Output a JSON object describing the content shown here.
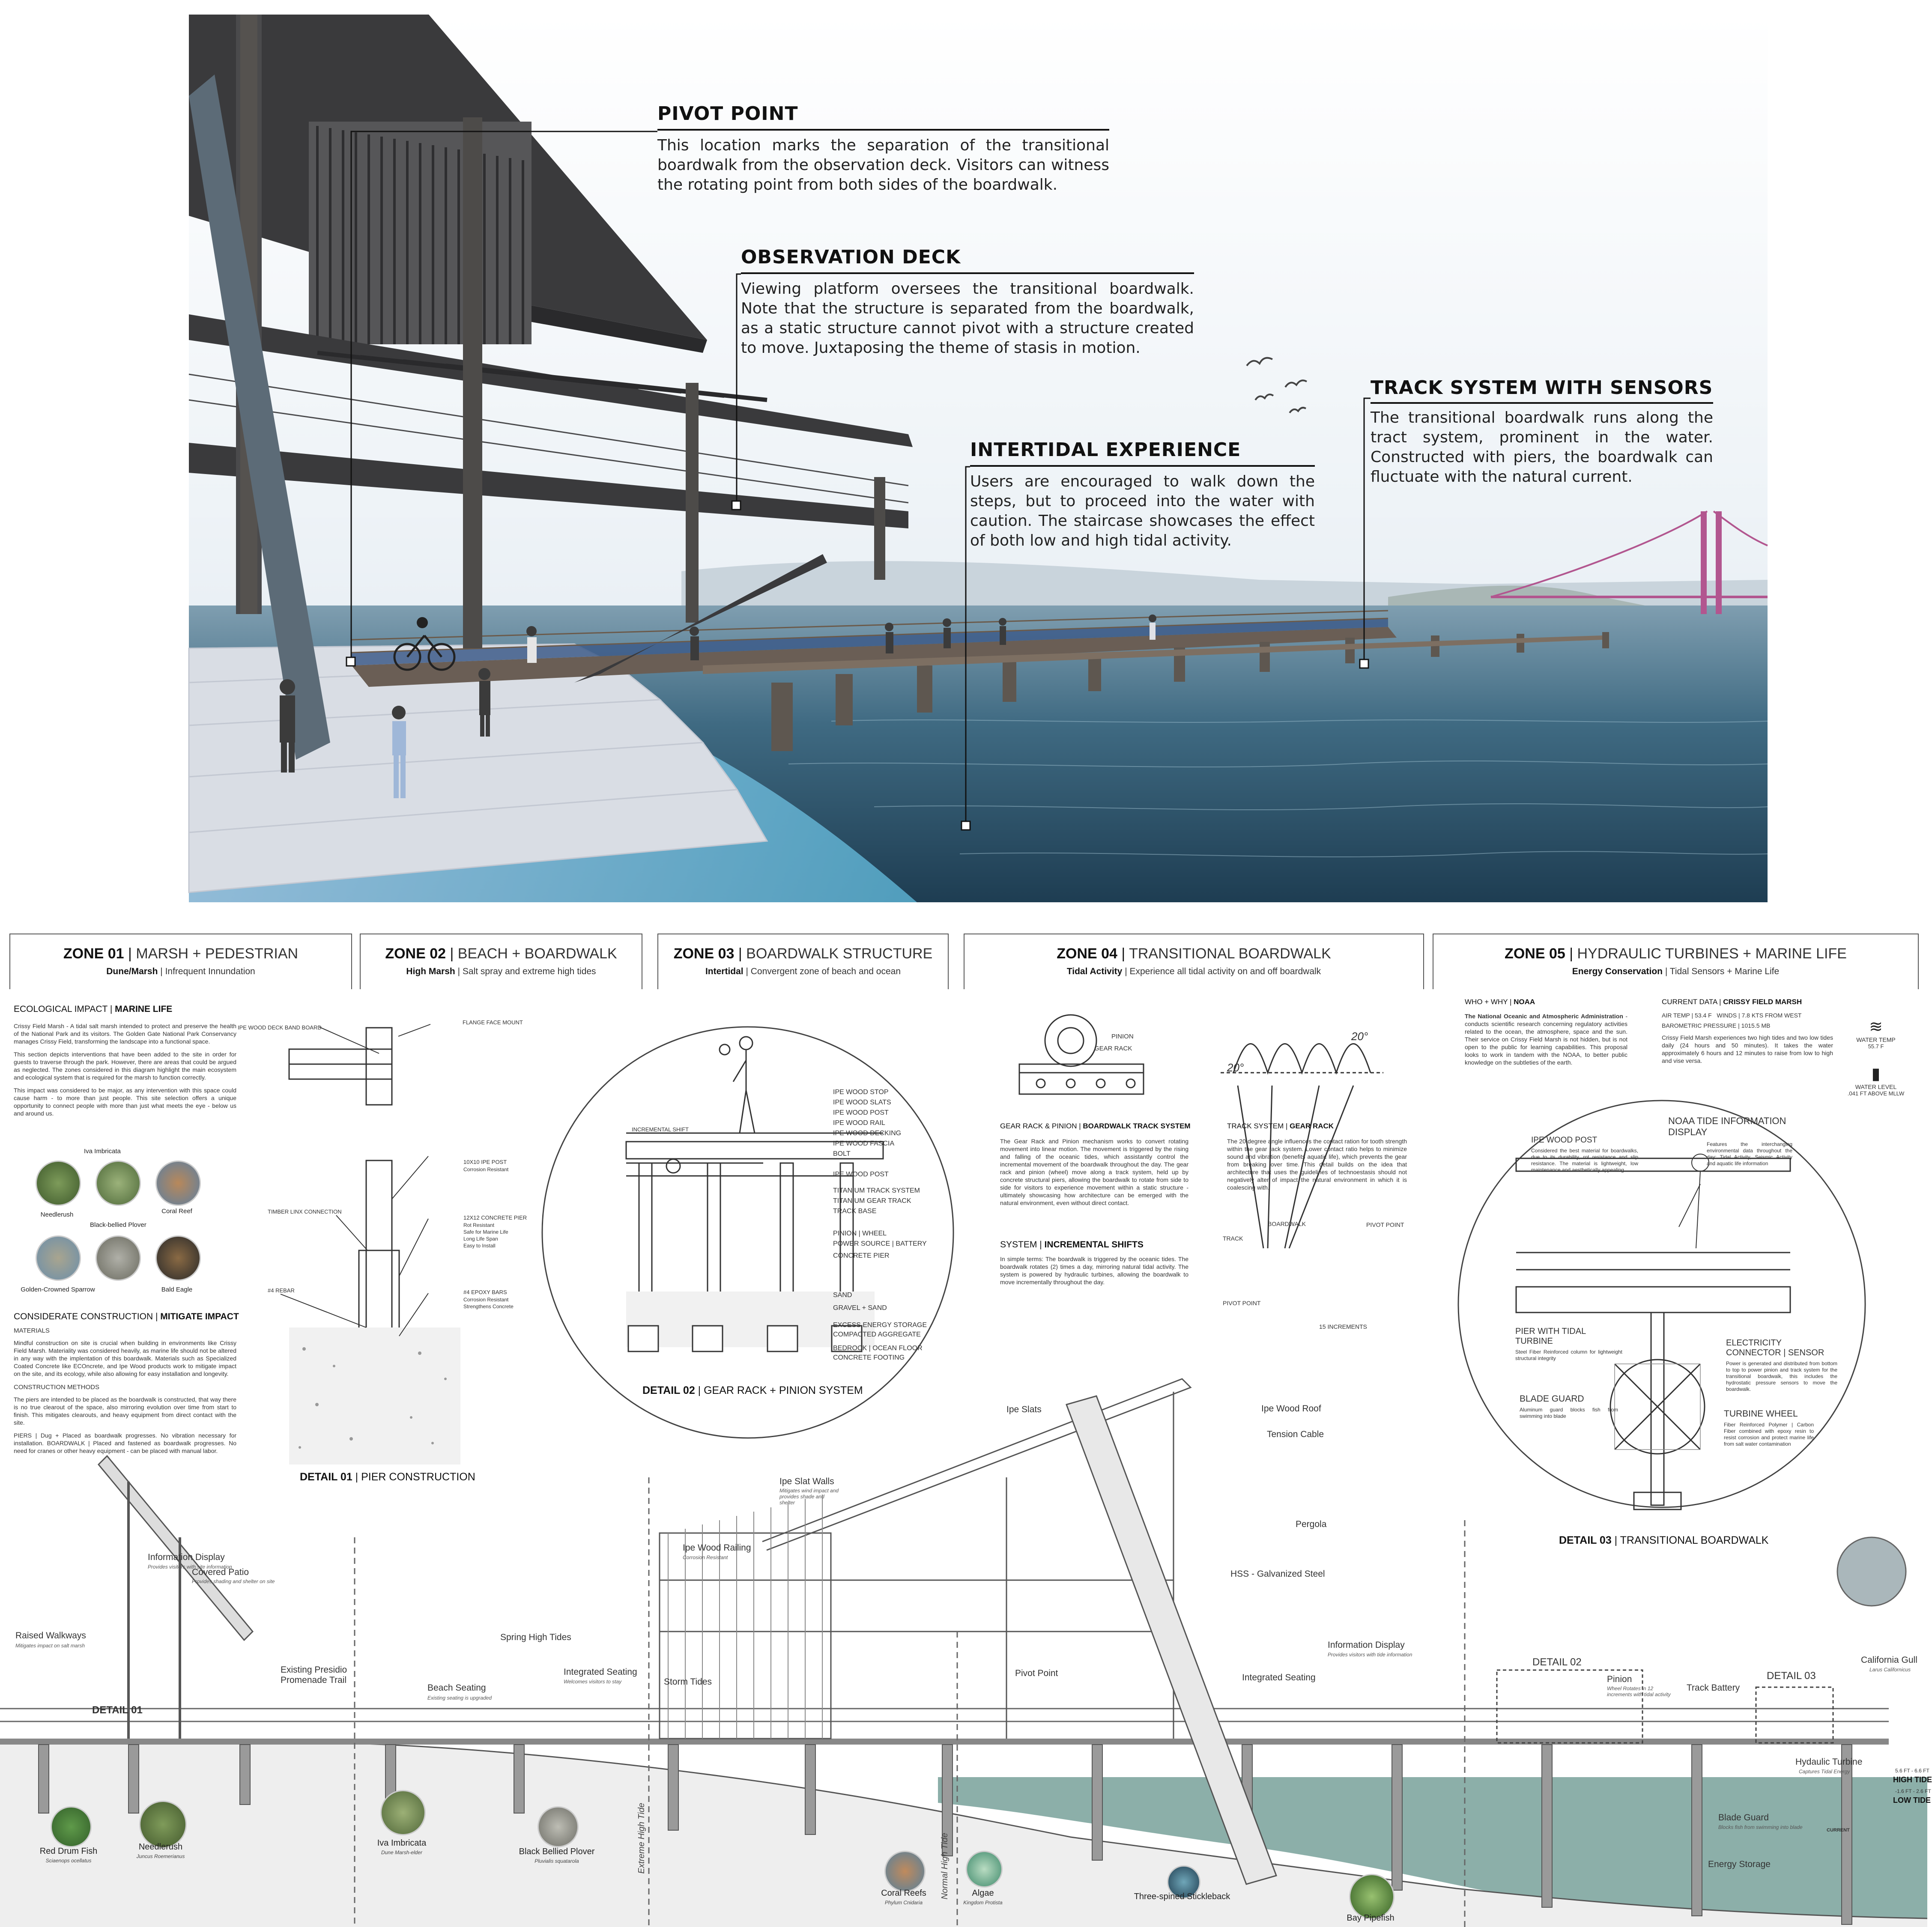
{
  "callouts": {
    "pivot_point": {
      "title": "PIVOT POINT",
      "body": "This location marks the separation of the transitional boardwalk from the observation deck. Visitors can witness the rotating point from both sides of the boardwalk."
    },
    "observation_deck": {
      "title": "OBSERVATION DECK",
      "body": "Viewing platform oversees the transitional boardwalk. Note that the structure is separated from the boardwalk, as a static structure cannot pivot with a structure created to move. Juxtaposing the theme of stasis in motion."
    },
    "intertidal": {
      "title": "INTERTIDAL EXPERIENCE",
      "body": "Users are encouraged to walk down the steps, but to proceed into the water with caution. The staircase showcases the effect of both low and high tidal activity."
    },
    "track_system": {
      "title": "TRACK SYSTEM WITH SENSORS",
      "body": "The transitional boardwalk runs along the tract system, prominent in the water. Constructed with piers, the boardwalk can fluctuate with the natural current."
    }
  },
  "zones": [
    {
      "num": "ZONE 01",
      "title": "MARSH + PEDESTRIAN",
      "sub_bold": "Dune/Marsh",
      "sub": "Infrequent Innundation"
    },
    {
      "num": "ZONE 02",
      "title": "BEACH + BOARDWALK",
      "sub_bold": "High Marsh",
      "sub": "Salt spray and extreme high tides"
    },
    {
      "num": "ZONE 03",
      "title": "BOARDWALK STRUCTURE",
      "sub_bold": "Intertidal",
      "sub": "Convergent zone of beach and ocean"
    },
    {
      "num": "ZONE 04",
      "title": "TRANSITIONAL BOARDWALK",
      "sub_bold": "Tidal Activity",
      "sub": "Experience all tidal activity on and off boardwalk"
    },
    {
      "num": "ZONE 05",
      "title": "HYDRAULIC TURBINES + MARINE LIFE",
      "sub_bold": "Energy Conservation",
      "sub": "Tidal Sensors + Marine Life"
    }
  ],
  "zone01": {
    "eco_head": "ECOLOGICAL IMPACT",
    "eco_head_b": "MARINE LIFE",
    "eco_p1": "Crissy Field Marsh - A tidal salt marsh intended to protect and preserve the health of the National Park and its visitors. The Golden Gate National Park Conservancy manages Crissy Field, transforming the landscape into a functional space.",
    "eco_p2": "This section depicts interventions that have been added to the site in order for guests to traverse through the park. However, there are areas that could be argued as neglected. The zones considered in this diagram highlight the main ecosystem and ecological system that is required for the marsh to function correctly.",
    "eco_p3": "This impact was considered to be major, as any intervention with this space could cause harm - to more than just people. This site selection offers a unique opportunity to connect people with more than just what meets the eye - below us and around us.",
    "species": [
      "Iva Imbricata",
      "Needlerush",
      "Coral Reef",
      "Black-bellied Plover",
      "Golden-Crowned Sparrow",
      "Bald Eagle"
    ],
    "cons_head": "CONSIDERATE CONSTRUCTION",
    "cons_head_b": "MITIGATE IMPACT",
    "materials_head": "MATERIALS",
    "materials_p": "Mindful construction on site is crucial when building in environments like Crissy Field Marsh. Materiality was considered heavily, as marine life should not be altered in any way with the implentation of this boardwalk. Materials such as Specialized Coated Concrete like ECOncrete, and Ipe Wood products work to mitigate impact on the site, and its ecology, while also allowing for easy installation and longevity.",
    "methods_head": "CONSTRUCTION METHODS",
    "methods_p": "The piers are intended to be placed as the boardwalk is constructed, that way there is no true clearout of the space, also mirroring evolution over time from start to finish. This mitigates clearouts, and heavy equipment from direct contact with the site.",
    "piers_p": "PIERS | Dug + Placed as boardwalk progresses. No vibration necessary for installation. BOARDWALK | Placed and fastened as boardwalk progresses. No need for cranes or other heavy equipment - can be placed with manual labor."
  },
  "detail01": {
    "labels": [
      "IPE WOOD DECK BAND BOARD",
      "FLANGE FACE MOUNT",
      "10X10 IPE POST",
      "Corrosion Resistant",
      "TIMBER LINX CONNECTION",
      "12X12 CONCRETE PIER",
      "Rot Resistant",
      "Safe for Marine Life",
      "Long Life Span",
      "Easy to Install",
      "#4 REBAR",
      "#4 EPOXY BARS",
      "Corrosion Resistant",
      "Strengthens Concrete"
    ],
    "caption_b": "DETAIL 01",
    "caption": "PIER CONSTRUCTION"
  },
  "detail02": {
    "labels": [
      "IPE WOOD STOP",
      "IPE WOOD SLATS",
      "IPE WOOD POST",
      "IPE WOOD RAIL",
      "IPE WOOD DECKING",
      "IPE WOOD FASCIA",
      "BOLT",
      "IPE WOOD POST",
      "TITANIUM TRACK SYSTEM",
      "TITANIUM GEAR TRACK",
      "TRACK BASE",
      "PINION | WHEEL",
      "POWER SOURCE | BATTERY",
      "CONCRETE PIER",
      "SAND",
      "GRAVEL + SAND",
      "EXCESS ENERGY STORAGE",
      "COMPACTED AGGREGATE",
      "BEDROCK | OCEAN FLOOR",
      "CONCRETE FOOTING",
      "INCREMENTAL SHIFT"
    ],
    "caption_b": "DETAIL 02",
    "caption": "GEAR RACK + PINION SYSTEM"
  },
  "zone04": {
    "pinion": "PINION",
    "gear_rack": "GEAR RACK",
    "angle1": "20°",
    "angle2": "20°",
    "gr_head": "GEAR RACK & PINION",
    "gr_head_b": "BOARDWALK TRACK SYSTEM",
    "gr_p": "The Gear Rack and Pinion mechanism works to convert rotating movement into linear motion. The movement is triggered by the rising and falling of the oceanic tides, which assistantly control the incremental movement of the boardwalk throughout the day. The gear rack and pinion (wheel) move along a track system, held up by concrete structural piers, allowing the boardwalk to rotate from side to side for visitors to experience movement within a static structure - ultimately showcasing how architecture can be emerged with the natural environment, even without direct contact.",
    "ts_head": "TRACK SYSTEM",
    "ts_head_b": "GEAR RACK",
    "ts_p": "The 20 degree angle influences the contact ration for tooth strength within the gear rack system. Lower contact ratio helps to minimize sound and vibration (benefits aquatic life), which prevents the gear from breaking over time. This detail builds on the idea that architecture that uses the guidelines of technoestasis should not negatively alter of impact the natural environment in which it is coalescing with.",
    "sys_head": "SYSTEM",
    "sys_head_b": "INCREMENTAL SHIFTS",
    "sys_p": "In simple terms: The boardwalk is triggered by the oceanic tides. The boardwalk rotates (2) times a day, mirroring natural tidal activity. The system is powered by hydraulic turbines, allowing the boardwalk to move incrementally throughout the day.",
    "diag_labels": [
      "BOARDWALK",
      "PIVOT POINT",
      "TRACK",
      "PIVOT POINT",
      "15 INCREMENTS"
    ]
  },
  "zone05": {
    "who_head": "WHO + WHY",
    "who_head_b": "NOAA",
    "who_p_b": "The National Oceanic and Atmospheric Administration",
    "who_p": "- conducts scientific research concerning regulatory activities related to the ocean, the atmosphere, space and the sun. Their service on Crissy Field Marsh is not hidden, but is not open to the public for learning capabilities. This proposal looks to work in tandem with the NOAA, to better public knowledge on the subtleties of the earth.",
    "cur_head": "CURRENT DATA",
    "cur_head_b": "CRISSY FIELD MARSH",
    "air": "AIR TEMP | 53.4 F",
    "winds": "WINDS | 7.8 KTS FROM WEST",
    "baro": "BAROMETRIC PRESSURE | 1015.5 MB",
    "cur_p": "Crissy Field Marsh experiences two high tides and two low tides daily (24 hours and 50 minutes). It takes the water approximately 6 hours and 12 minutes to raise from low to high and vise versa.",
    "water_temp": "WATER TEMP",
    "water_temp_val": "55.7 F",
    "water_level": "WATER LEVEL",
    "water_level_val": ".041 FT ABOVE MLLW"
  },
  "detail03": {
    "ipe_head": "IPE WOOD POST",
    "ipe_p": "Considered the best material for boardwalks, due to its durability, rot resistance and slip resistance. The material is lightweight, low maintenance and aesthetically appealing",
    "noaa_head": "NOAA TIDE INFORMATION DISPLAY",
    "noaa_p": "Features the interchanging environmental data throughout the day: Tidal Activity, Seismic Activity and aquatic life information",
    "pier_head": "PIER WITH TIDAL TURBINE",
    "pier_p": "Steel Fiber Reinforced column for lightweight structural integrity",
    "elec_head": "ELECTRICITY CONNECTOR | SENSOR",
    "elec_p": "Power is generated and distributed from bottom to top to power pinion and track system for the transitional boardwalk, this includes the hydrostatic pressure sensors to move the boardwalk.",
    "blade_head": "BLADE GUARD",
    "blade_p": "Aluminum guard blocks fish from swimming into blade",
    "turbine_head": "TURBINE WHEEL",
    "turbine_p": "Fiber Reinforced Polymer | Carbon Fiber combined with epoxy resin to resist corrosion and protect marine life from salt water contamination",
    "caption_b": "DETAIL 03",
    "caption": "TRANSITIONAL BOARDWALK"
  },
  "section": {
    "labels": [
      {
        "t": "Raised Walkways",
        "n": "Mitigates impact on salt marsh"
      },
      {
        "t": "Information Display",
        "n": "Provides visitors with site information"
      },
      {
        "t": "Covered Patio",
        "n": "Provides shading and shelter on site"
      },
      {
        "t": "Existing Presidio Promenade Trail",
        "n": ""
      },
      {
        "t": "Beach Seating",
        "n": "Existing seating is upgraded"
      },
      {
        "t": "Spring High Tides",
        "n": ""
      },
      {
        "t": "Integrated Seating",
        "n": "Welcomes visitors to stay"
      },
      {
        "t": "Storm Tides",
        "n": ""
      },
      {
        "t": "Ipe Wood Railing",
        "n": "Corrosion Resistant"
      },
      {
        "t": "Ipe Slat Walls",
        "n": "Mitigates wind impact and provides shade and shelter"
      },
      {
        "t": "Ipe Slats",
        "n": ""
      },
      {
        "t": "Ipe Wood Roof",
        "n": ""
      },
      {
        "t": "Tension Cable",
        "n": ""
      },
      {
        "t": "Pergola",
        "n": ""
      },
      {
        "t": "HSS - Galvanized Steel",
        "n": ""
      },
      {
        "t": "Pivot Point",
        "n": ""
      },
      {
        "t": "Integrated Seating",
        "n": ""
      },
      {
        "t": "Information Display",
        "n": "Provides visitors with tide information"
      },
      {
        "t": "DETAIL 02",
        "n": ""
      },
      {
        "t": "Pinion",
        "n": "Wheel Rotates in 12 increments with tidal activity"
      },
      {
        "t": "Track Battery",
        "n": ""
      },
      {
        "t": "DETAIL 03",
        "n": ""
      },
      {
        "t": "California Gull",
        "n": "Larus Californicus"
      },
      {
        "t": "Hydaulic Turbine",
        "n": "Captures Tidal Energy"
      },
      {
        "t": "Blade Guard",
        "n": "Blocks fish from swimming into blade"
      },
      {
        "t": "Energy Storage",
        "n": ""
      },
      {
        "t": "DETAIL 01",
        "n": ""
      }
    ],
    "tide_labels": [
      "HIGH TIDE",
      "LOW TIDE",
      "CURRENT"
    ],
    "tide_levels": [
      "5.6 FT - 6.6 FT",
      "-1.6 FT - 2.6 FT"
    ],
    "vertical": [
      "Extreme High Tide",
      "Normal High Tide"
    ],
    "species": [
      {
        "t": "Red Drum Fish",
        "s": "Sciaenops ocellatus"
      },
      {
        "t": "Needlerush",
        "s": "Juncus Roemerianus"
      },
      {
        "t": "Iva Imbricata",
        "s": "Dune Marsh-elder"
      },
      {
        "t": "Black Bellied Plover",
        "s": "Pluvialis squatarola"
      },
      {
        "t": "Coral Reefs",
        "s": "Phylum Cnidaria"
      },
      {
        "t": "Algae",
        "s": "Kingdom Protista"
      },
      {
        "t": "Three-spined Stickleback",
        "s": ""
      },
      {
        "t": "Bay Pipefish",
        "s": ""
      }
    ]
  },
  "colors": {
    "water": "#7fa6a0",
    "sky": "#dbe6ef",
    "bridge": "#b2568f",
    "sea": "#2c4d5f"
  }
}
